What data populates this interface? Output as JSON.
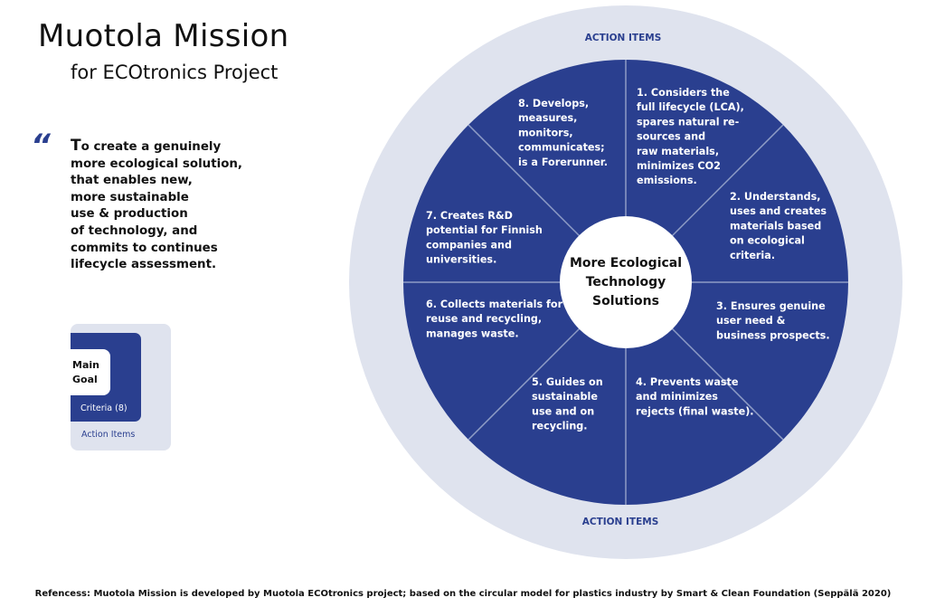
{
  "title": "Muotola Mission",
  "subtitle": "for ECOtronics Project",
  "quote_mark": "“",
  "mission_lines": [
    "To create a genuinely",
    "more ecological solution,",
    "that enables new,",
    "more sustainable",
    "use & production",
    "of technology, and",
    "commits to continues",
    "lifecycle assessment."
  ],
  "legend": {
    "main_goal": "Main Goal",
    "criteria": "Criteria (8)",
    "action_items": "Action Items"
  },
  "wheel": {
    "center_lines": [
      "More Ecological",
      "Technology",
      "Solutions"
    ],
    "ring_label_top": "ACTION ITEMS",
    "ring_label_bottom": "ACTION ITEMS",
    "colors": {
      "segment": "#2a3f8f",
      "ring": "#dfe3ee",
      "center": "#ffffff",
      "divider": "#8e9cc6"
    },
    "criteria": [
      {
        "label": "1",
        "lines": [
          "1. Considers the",
          "full lifecycle (LCA),",
          "spares natural re-",
          "sources and",
          "raw materials,",
          "minimizes CO2",
          "emissions."
        ]
      },
      {
        "label": "2",
        "lines": [
          "2. Understands,",
          "uses and creates",
          "materials based",
          "on ecological",
          "criteria."
        ]
      },
      {
        "label": "3",
        "lines": [
          "3. Ensures genuine",
          "user need &",
          "business prospects."
        ]
      },
      {
        "label": "4",
        "lines": [
          "4. Prevents waste",
          "and minimizes",
          "rejects (final waste)."
        ]
      },
      {
        "label": "5",
        "lines": [
          "5. Guides on",
          "sustainable",
          "use and on",
          "recycling."
        ]
      },
      {
        "label": "6",
        "lines": [
          "6. Collects materials for",
          "reuse and recycling,",
          "manages waste."
        ]
      },
      {
        "label": "7",
        "lines": [
          "7. Creates R&D",
          "potential for Finnish",
          "companies and",
          "universities."
        ]
      },
      {
        "label": "8",
        "lines": [
          "8. Develops,",
          "measures,",
          "monitors,",
          "communicates;",
          "is a Forerunner."
        ]
      }
    ]
  },
  "footer": "Refencess: Muotola Mission is developed by Muotola ECOtronics project; based on the circular model for plastics industry by Smart & Clean Foundation (Seppälä 2020)"
}
